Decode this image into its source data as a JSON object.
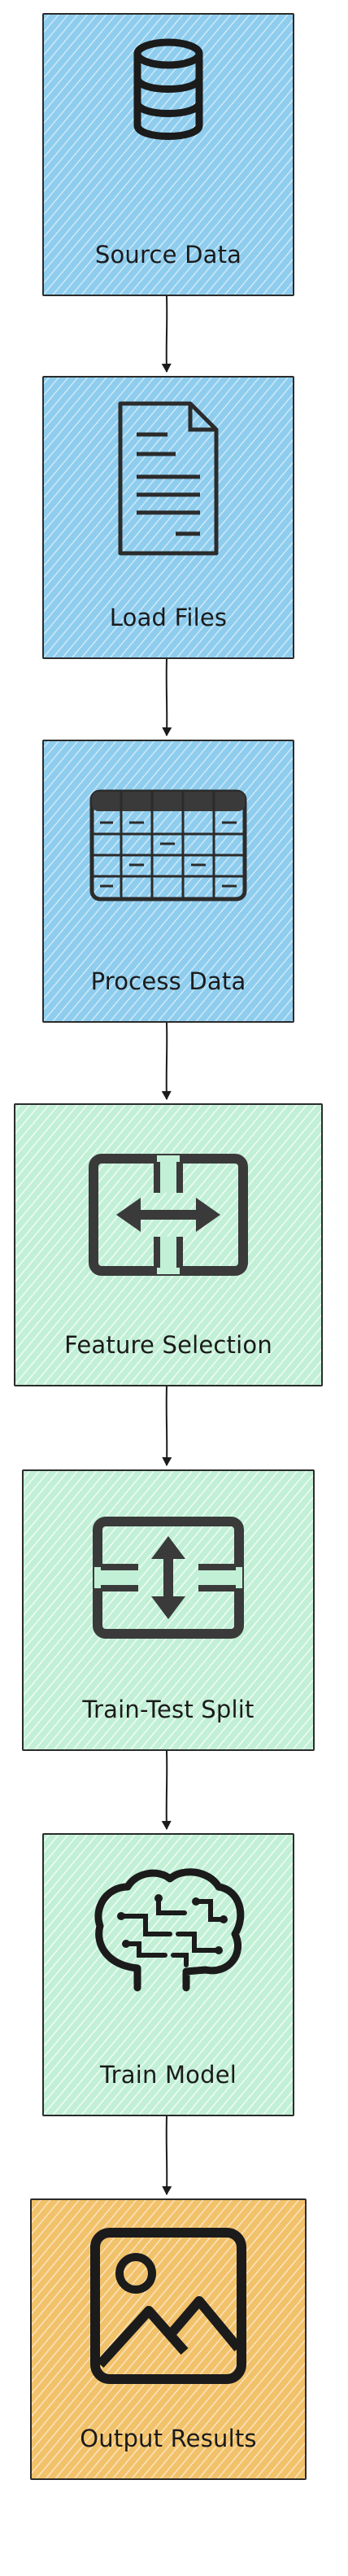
{
  "nodes": [
    {
      "id": "source-data",
      "label": "Source Data",
      "icon": "database-icon",
      "color": "#8fcdee"
    },
    {
      "id": "load-files",
      "label": "Load Files",
      "icon": "document-icon",
      "color": "#8fcdee"
    },
    {
      "id": "process-data",
      "label": "Process Data",
      "icon": "table-icon",
      "color": "#8fcdee"
    },
    {
      "id": "feature-selection",
      "label": "Feature Selection",
      "icon": "horizontal-arrows-icon",
      "color": "#c2f0d6"
    },
    {
      "id": "train-test-split",
      "label": "Train-Test Split",
      "icon": "vertical-arrows-icon",
      "color": "#c2f0d6"
    },
    {
      "id": "train-model",
      "label": "Train Model",
      "icon": "brain-icon",
      "color": "#c2f0d6"
    },
    {
      "id": "output-results",
      "label": "Output Results",
      "icon": "image-icon",
      "color": "#f2c26b"
    }
  ],
  "edges": [
    [
      "source-data",
      "load-files"
    ],
    [
      "load-files",
      "process-data"
    ],
    [
      "process-data",
      "feature-selection"
    ],
    [
      "feature-selection",
      "train-test-split"
    ],
    [
      "train-test-split",
      "train-model"
    ],
    [
      "train-model",
      "output-results"
    ]
  ]
}
